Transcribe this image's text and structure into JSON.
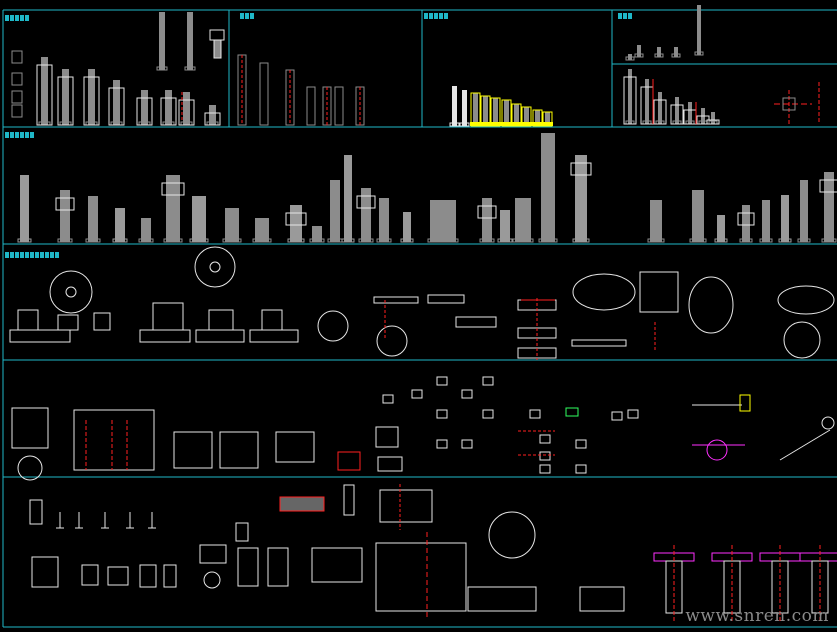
{
  "canvas": {
    "background": "#000000",
    "frame_color": "#1fb8c8",
    "part_color": "#8c8c8c",
    "outline_color": "#e6e6e6",
    "centerline_color": "#ff2020",
    "highlight_color": "#ffff00",
    "magenta": "#ff30ff"
  },
  "sections": [
    {
      "id": "bolts-top-left",
      "label_icon": "cyan-chinese-label"
    },
    {
      "id": "bolts-top-mid",
      "label_icon": "cyan-chinese-label"
    },
    {
      "id": "bolts-top-yellow",
      "label_icon": "cyan-chinese-label"
    },
    {
      "id": "bolts-top-right",
      "label_icon": "cyan-chinese-label"
    },
    {
      "id": "bolts-row-2",
      "label_icon": "cyan-chinese-label"
    },
    {
      "id": "hardware-row-3",
      "label_icon": "cyan-chinese-label"
    },
    {
      "id": "hinges-row-4"
    },
    {
      "id": "fittings-row-5"
    }
  ],
  "watermark": "www.snren.com"
}
